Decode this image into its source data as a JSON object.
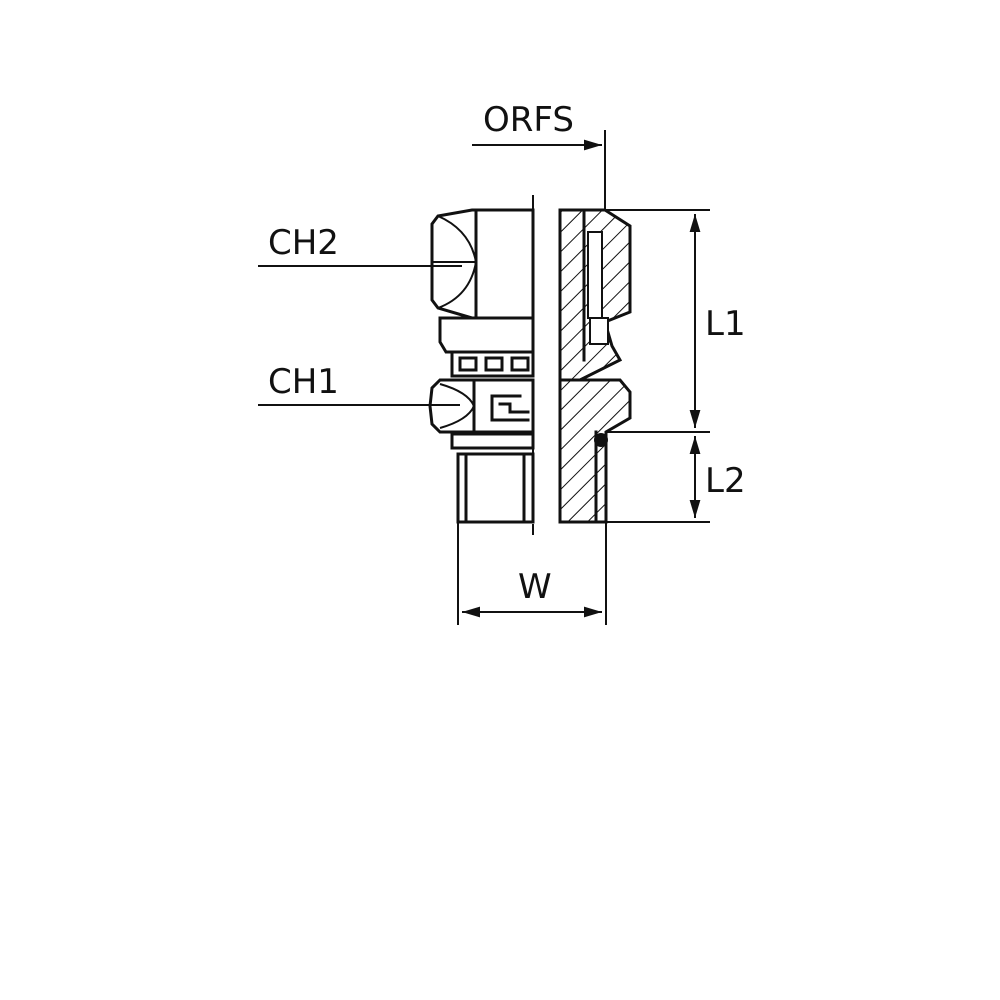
{
  "diagram": {
    "labels": {
      "top_port": "ORFS",
      "hex_upper": "CH2",
      "hex_lower": "CH1",
      "length_upper": "L1",
      "length_lower": "L2",
      "width": "W"
    },
    "colors": {
      "line": "#111111",
      "background": "#ffffff"
    }
  }
}
